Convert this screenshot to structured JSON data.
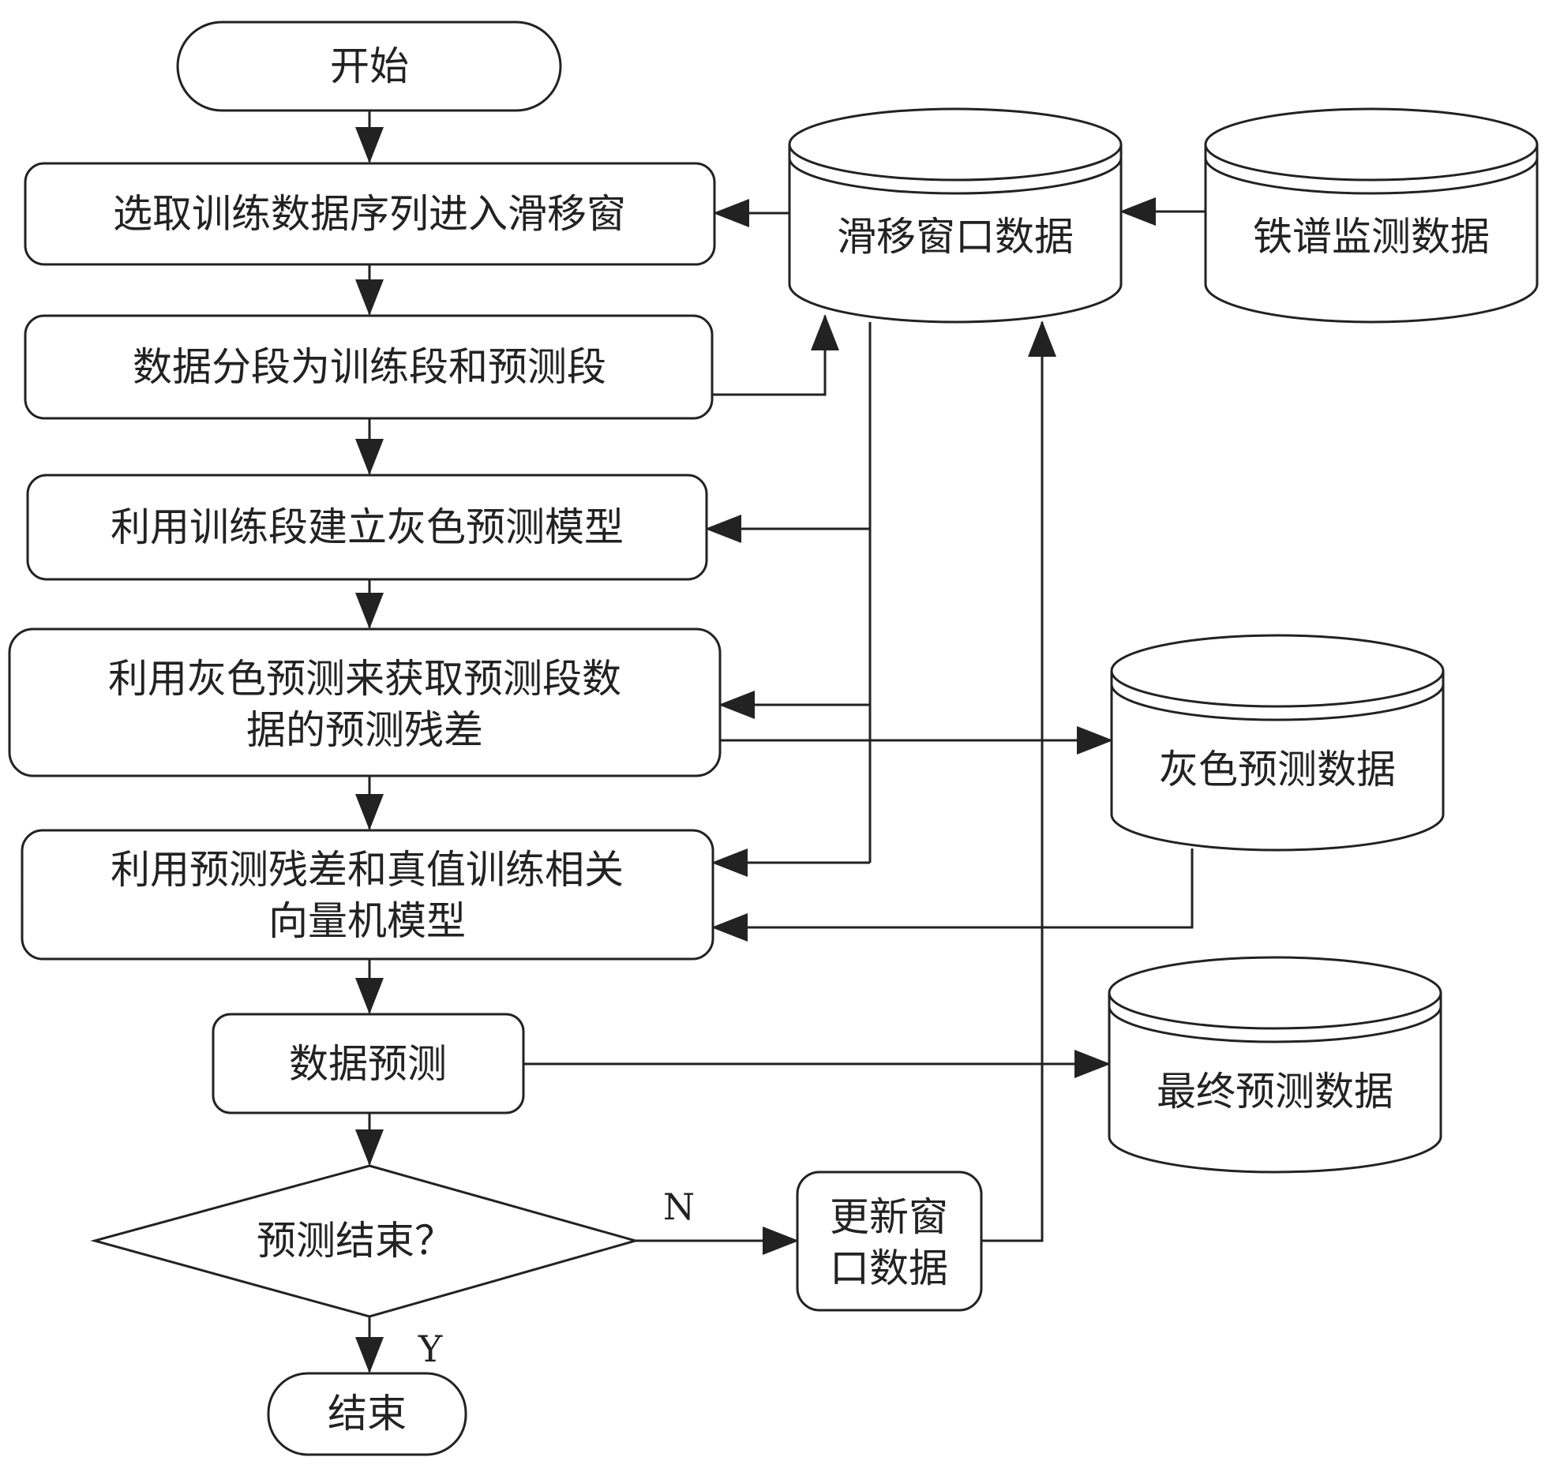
{
  "nodes": {
    "start": "开始",
    "select_train": "选取训练数据序列进入滑移窗",
    "segment": "数据分段为训练段和预测段",
    "build_model": "利用训练段建立灰色预测模型",
    "residual_line1": "利用灰色预测来获取预测段数",
    "residual_line2": "据的预测残差",
    "rvm_line1": "利用预测残差和真值训练相关",
    "rvm_line2": "向量机模型",
    "predict": "数据预测",
    "decision": "预测结束？",
    "update_line1": "更新窗",
    "update_line2": "口数据",
    "end": "结束"
  },
  "databases": {
    "sliding_window": "滑移窗口数据",
    "ferrography": "铁谱监测数据",
    "grey_prediction": "灰色预测数据",
    "final_prediction": "最终预测数据"
  },
  "edge_labels": {
    "no": "N",
    "yes": "Y"
  },
  "colors": {
    "stroke": "#222222",
    "background": "#ffffff"
  }
}
